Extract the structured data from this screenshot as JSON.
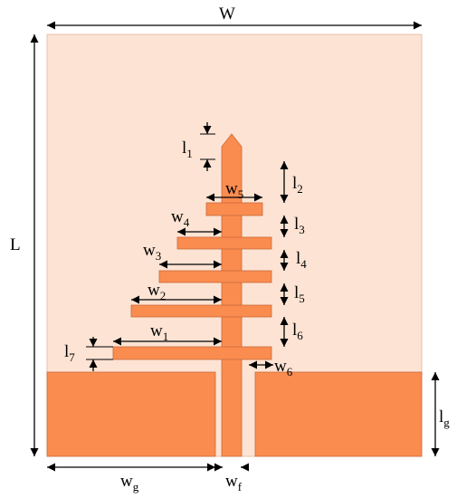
{
  "colors": {
    "substrate": "#fde3d3",
    "copper": "#fa8c50",
    "copper_edge": "#c96a38",
    "dim_line": "#000000"
  },
  "labels": {
    "W": {
      "base": "W",
      "sub": ""
    },
    "L": {
      "base": "L",
      "sub": ""
    },
    "l1": {
      "base": "l",
      "sub": "1"
    },
    "l2": {
      "base": "l",
      "sub": "2"
    },
    "l3": {
      "base": "l",
      "sub": "3"
    },
    "l4": {
      "base": "l",
      "sub": "4"
    },
    "l5": {
      "base": "l",
      "sub": "5"
    },
    "l6": {
      "base": "l",
      "sub": "6"
    },
    "l7": {
      "base": "l",
      "sub": "7"
    },
    "lg": {
      "base": "l",
      "sub": "g"
    },
    "w1": {
      "base": "w",
      "sub": "1"
    },
    "w2": {
      "base": "w",
      "sub": "2"
    },
    "w3": {
      "base": "w",
      "sub": "3"
    },
    "w4": {
      "base": "w",
      "sub": "4"
    },
    "w5": {
      "base": "w",
      "sub": "5"
    },
    "w6": {
      "base": "w",
      "sub": "6"
    },
    "wg": {
      "base": "w",
      "sub": "g"
    },
    "wf": {
      "base": "w",
      "sub": "f"
    }
  }
}
